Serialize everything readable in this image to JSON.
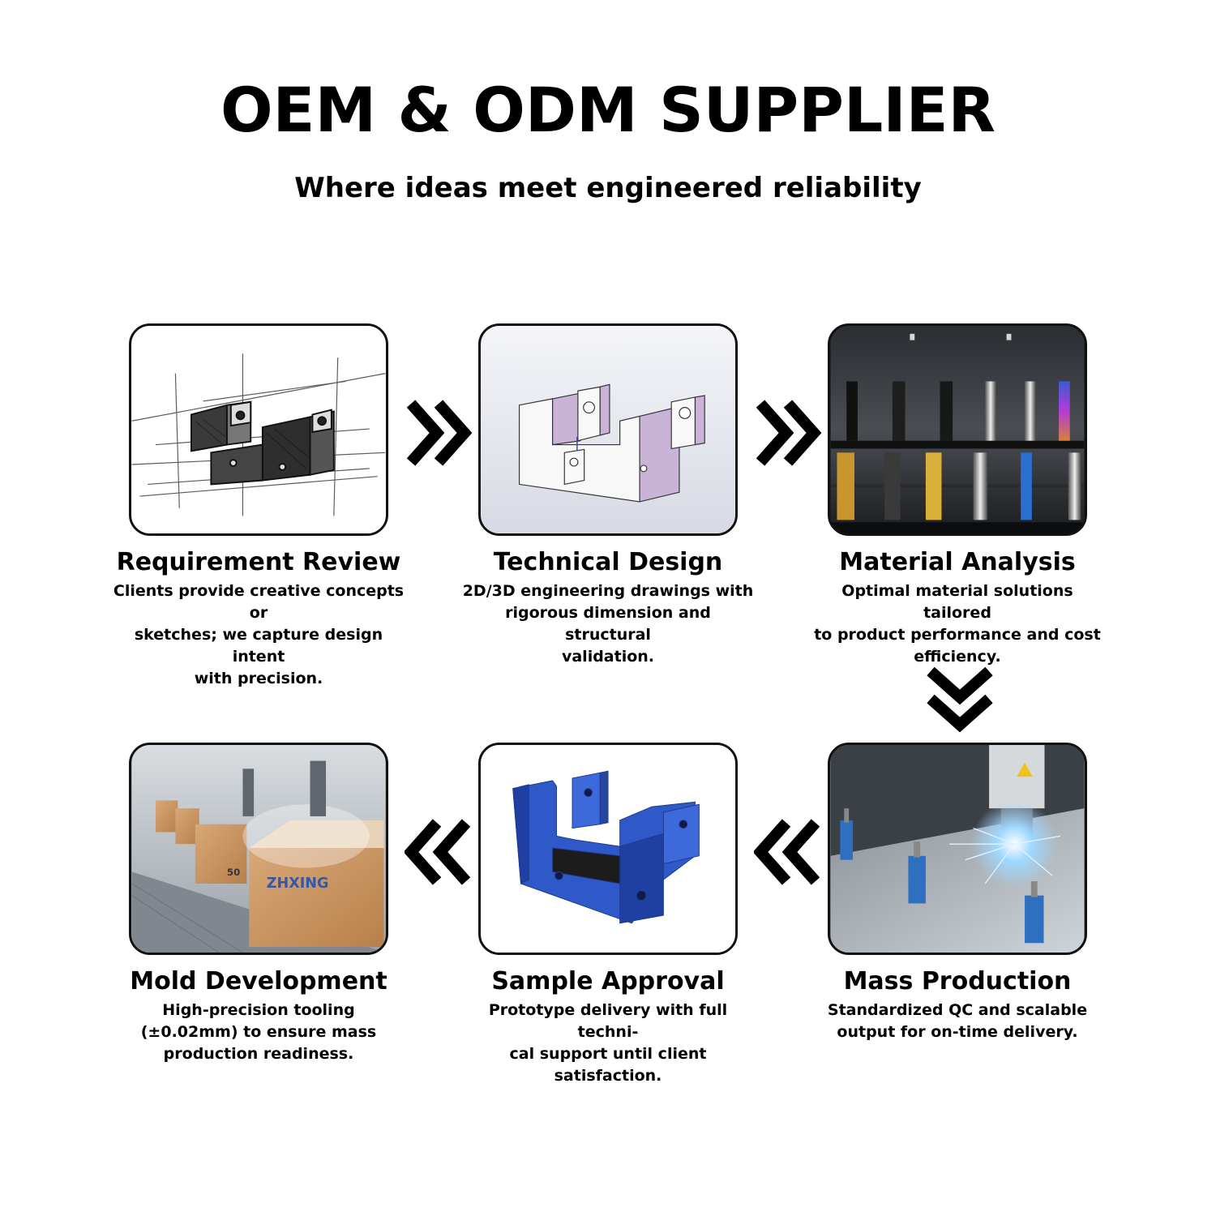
{
  "header": {
    "title": "OEM & ODM SUPPLIER",
    "subtitle": "Where ideas meet engineered reliability"
  },
  "steps": [
    {
      "title": "Requirement Review",
      "desc_lines": [
        "Clients provide creative concepts or",
        "sketches; we capture design intent",
        "with precision."
      ]
    },
    {
      "title": "Technical Design",
      "desc_lines": [
        "2D/3D engineering drawings with",
        "rigorous dimension and structural",
        "validation."
      ]
    },
    {
      "title": "Material Analysis",
      "desc_lines": [
        "Optimal material solutions tailored",
        "to product performance and cost",
        "efficiency."
      ]
    },
    {
      "title": "Mass Production",
      "desc_lines": [
        "Standardized QC and scalable",
        "output for on-time delivery."
      ]
    },
    {
      "title": "Sample Approval",
      "desc_lines": [
        "Prototype delivery with full techni-",
        "cal support until client satisfaction."
      ]
    },
    {
      "title": "Mold Development",
      "desc_lines": [
        "High-precision tooling",
        "(±0.02mm) to ensure mass",
        "production readiness."
      ]
    }
  ],
  "photo_text": {
    "box_brand": "ZHXING",
    "box_label": "50"
  },
  "colors": {
    "cad_face": "#c9b3d6",
    "sample_blue": "#2f59c8",
    "spark": "#9fd8ff"
  }
}
